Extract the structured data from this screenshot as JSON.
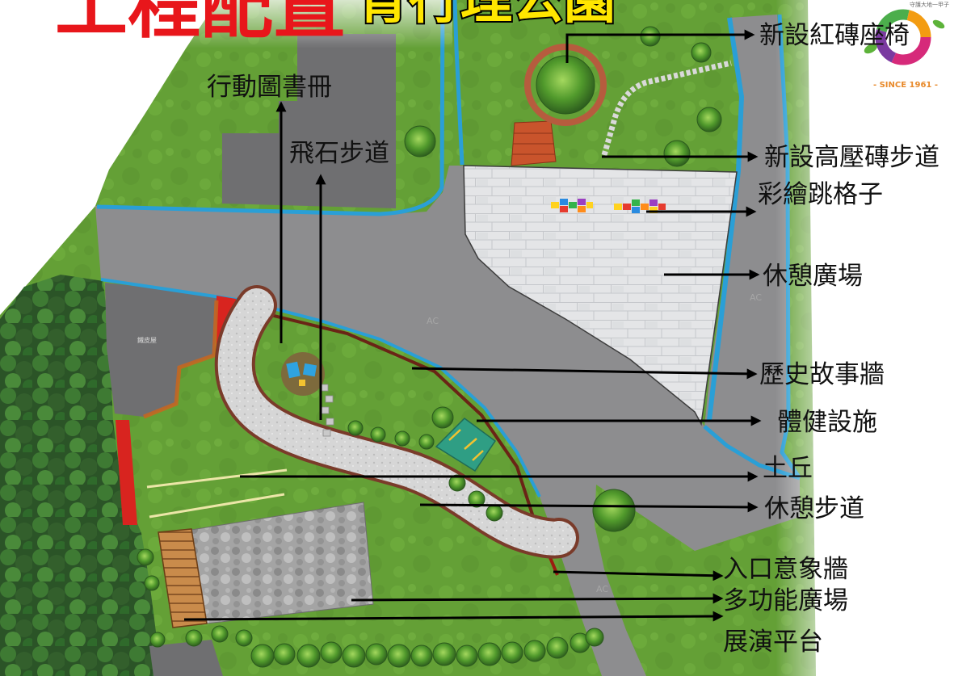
{
  "title": "工程配置",
  "subtitle": "育行理公園",
  "logo": {
    "tagline": "守護大地一甲子",
    "since": "- SINCE 1961 -"
  },
  "labels": {
    "brick_seat": "新設紅磚座椅",
    "paver_walkway": "新設高壓磚步道",
    "hopscotch": "彩繪跳格子",
    "rest_plaza": "休憩廣場",
    "history_wall": "歷史故事牆",
    "fitness": "體健設施",
    "mound": "土丘",
    "rest_path": "休憩步道",
    "entrance_wall": "入口意象牆",
    "multi_plaza": "多功能廣場",
    "stage": "展演平台",
    "mobile_library": "行動圖書冊",
    "stepping_stones": "飛石步道"
  },
  "map_text": {
    "road_surface": "AC",
    "shed": "鐵皮屋"
  },
  "colors": {
    "title": "#e8161b",
    "subtitle_fill": "#ffe600",
    "grass": "#64a036",
    "road": "#8d8d8f",
    "water": "#2a9fd6",
    "plaza": "#e4e5e7",
    "building": "#6f6f71",
    "arrow": "#000000"
  }
}
